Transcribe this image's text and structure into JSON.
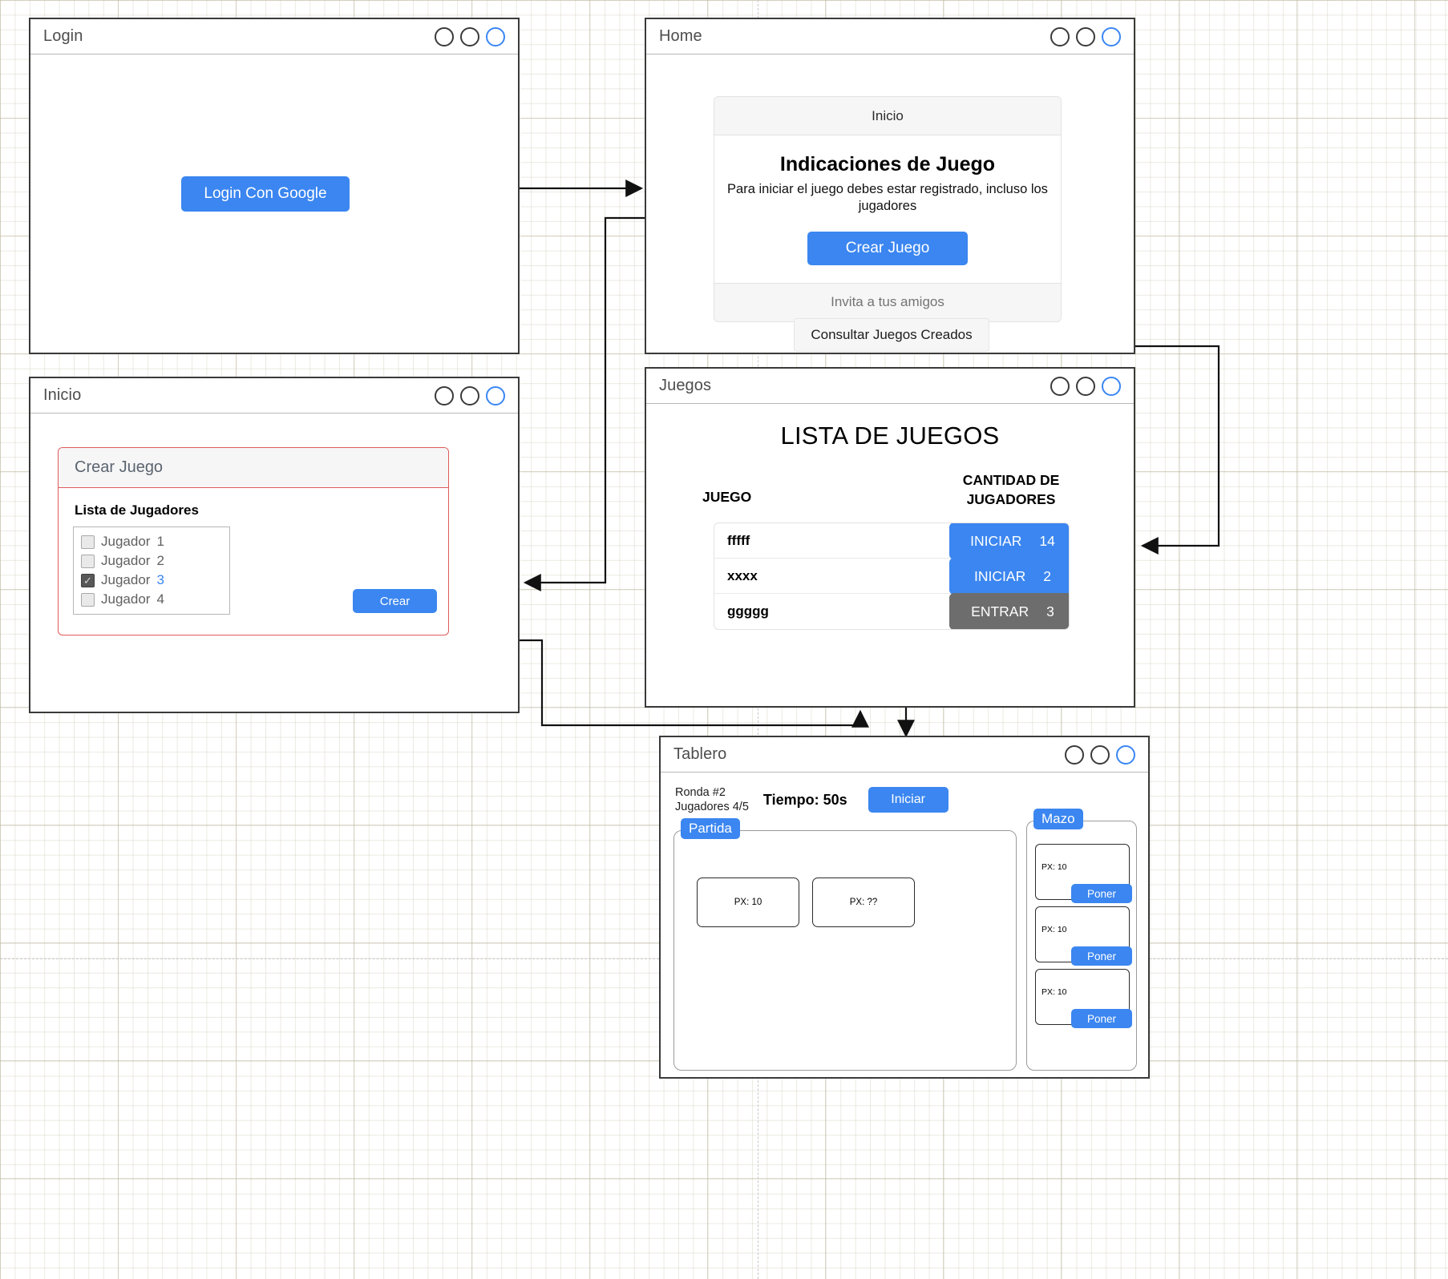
{
  "windows": {
    "login": {
      "title": "Login",
      "button": "Login Con Google"
    },
    "home": {
      "title": "Home",
      "card_header": "Inicio",
      "heading": "Indicaciones de Juego",
      "description": "Para iniciar el juego debes estar registrado, incluso los jugadores",
      "primary_button": "Crear Juego",
      "card_footer": "Invita a tus amigos",
      "secondary_button": "Consultar Juegos Creados"
    },
    "inicio": {
      "title": "Inicio",
      "card_header": "Crear Juego",
      "section_title": "Lista de Jugadores",
      "players": [
        {
          "label": "Jugador",
          "number": "1",
          "checked": false
        },
        {
          "label": "Jugador",
          "number": "2",
          "checked": false
        },
        {
          "label": "Jugador",
          "number": "3",
          "checked": true
        },
        {
          "label": "Jugador",
          "number": "4",
          "checked": false
        }
      ],
      "create_button": "Crear"
    },
    "juegos": {
      "title": "Juegos",
      "page_title": "LISTA DE JUEGOS",
      "col_juego": "JUEGO",
      "col_cantidad_line1": "CANTIDAD DE",
      "col_cantidad_line2": "JUGADORES",
      "rows": [
        {
          "name": "fffff",
          "action": "INICIAR",
          "count": "14",
          "style": "blue"
        },
        {
          "name": "xxxx",
          "action": "INICIAR",
          "count": "2",
          "style": "blue"
        },
        {
          "name": "ggggg",
          "action": "ENTRAR",
          "count": "3",
          "style": "grey"
        }
      ]
    },
    "tablero": {
      "title": "Tablero",
      "ronda": "Ronda #2",
      "jugadores": "Jugadores 4/5",
      "tiempo": "Tiempo: 50s",
      "start_button": "Iniciar",
      "partida_label": "Partida",
      "mazo_label": "Mazo",
      "partida_cards": [
        {
          "text": "PX: 10"
        },
        {
          "text": "PX: ??"
        }
      ],
      "mazo_cards": [
        {
          "text": "PX: 10",
          "button": "Poner"
        },
        {
          "text": "PX: 10",
          "button": "Poner"
        },
        {
          "text": "PX: 10",
          "button": "Poner"
        }
      ]
    }
  },
  "colors": {
    "accent_blue": "#3b86f0",
    "grey_button": "#6d6d6d",
    "card_border_red": "#e05a5a"
  },
  "window_controls": [
    "circle",
    "circle",
    "circle-blue"
  ]
}
